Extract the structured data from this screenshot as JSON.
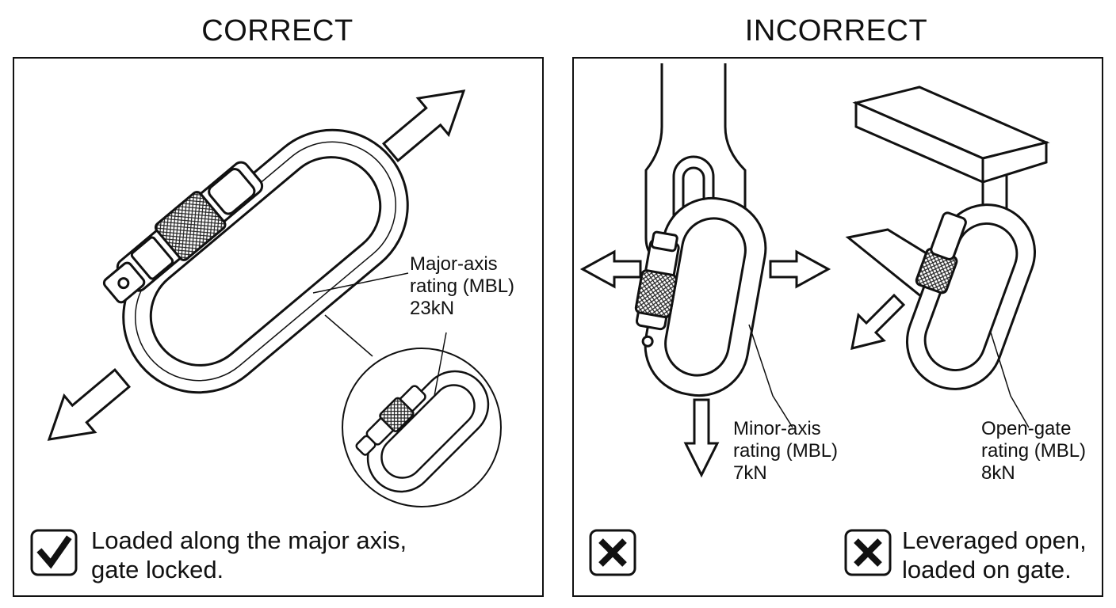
{
  "correct": {
    "heading": "CORRECT",
    "label": {
      "line1": "Major-axis",
      "line2": "rating (MBL)",
      "line3": "23kN"
    },
    "caption": {
      "line1": "Loaded along the major axis,",
      "line2": "gate locked."
    }
  },
  "incorrect": {
    "heading": "INCORRECT",
    "minor_label": {
      "line1": "Minor-axis",
      "line2": "rating (MBL)",
      "line3": "7kN"
    },
    "open_label": {
      "line1": "Open-gate",
      "line2": "rating (MBL)",
      "line3": "8kN"
    },
    "caption": {
      "line1": "Leveraged open,",
      "line2": "loaded on gate."
    }
  },
  "colors": {
    "ink": "#111111",
    "paper": "#ffffff",
    "hatch": "#444444"
  }
}
